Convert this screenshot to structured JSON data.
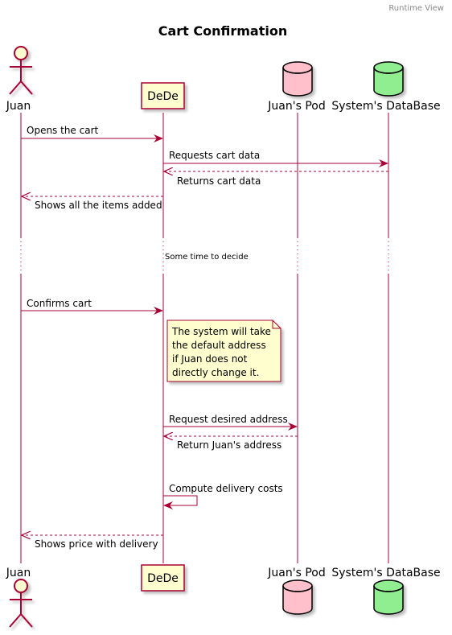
{
  "header": "Runtime View",
  "title": "Cart Confirmation",
  "colors": {
    "line": "#A80036",
    "box_fill": "#FEFECE",
    "actor_fill": "#FEFECE",
    "juans_pod_db": "#FFC0CB",
    "system_db": "#90EE90",
    "note_fill": "#FBFB77"
  },
  "participants": {
    "juan": "Juan",
    "dede": "DeDe",
    "pod": "Juan's Pod",
    "db": "System's DataBase"
  },
  "messages": {
    "m1": "Opens the cart",
    "m2": "Requests cart data",
    "m3": "Returns cart data",
    "m4": "Shows all the items added",
    "delay": "Some time to decide",
    "m5": "Confirms cart",
    "m6": "Request desired address",
    "m7": "Return Juan's address",
    "m8": "Compute delivery costs",
    "m9": "Shows price with delivery"
  },
  "note": {
    "line1": "The system will take",
    "line2": "the default address",
    "line3": "if Juan does not",
    "line4": "directly change it."
  }
}
